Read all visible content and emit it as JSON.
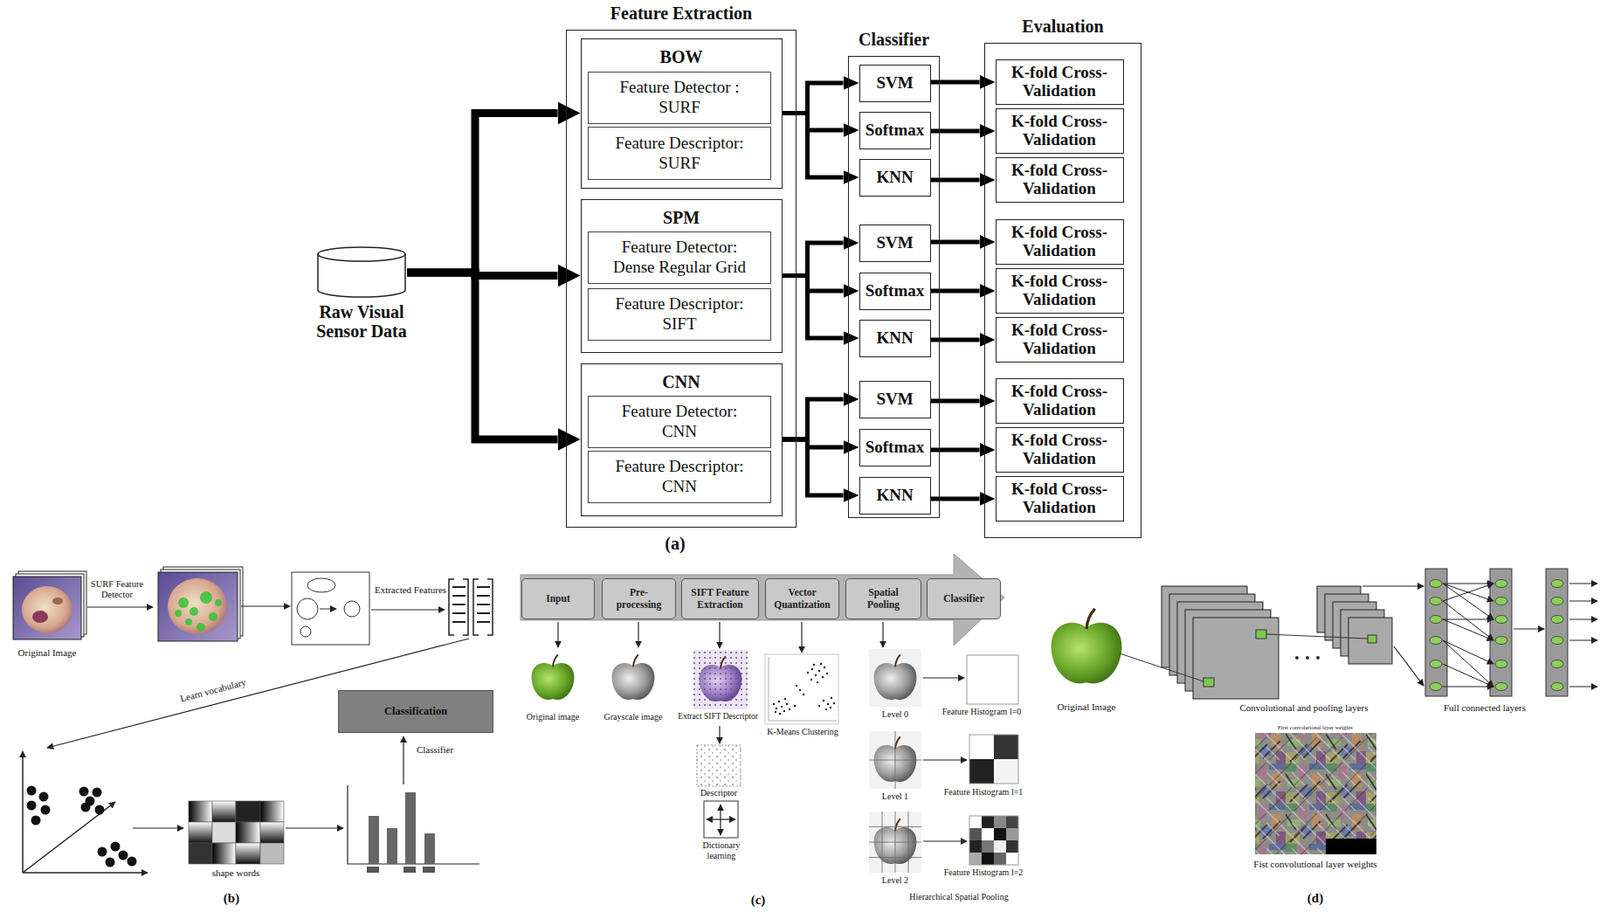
{
  "diagram": {
    "nodes": [
      {
        "text": [
          "Raw Visual Sensor Data"
        ]
      },
      {
        "text": [
          "Feature Extraction"
        ]
      },
      {
        "text": [
          "BOW"
        ],
        "in": 1
      },
      {
        "text": [
          "Feature Detector : SURF"
        ],
        "in": 2
      },
      {
        "text": [
          "Feature Descriptor: SURF"
        ],
        "in": 2
      },
      {
        "text": [
          "SPM"
        ],
        "in": 1
      },
      {
        "text": [
          "Feature Detector: Dense Regular Grid"
        ],
        "in": 5
      },
      {
        "text": [
          "Feature Descriptor: SIFT"
        ],
        "in": 5
      },
      {
        "text": [
          "CNN"
        ],
        "in": 1
      },
      {
        "text": [
          "Feature Detector: CNN"
        ],
        "in": 8
      },
      {
        "text": [
          "Feature Descriptor: CNN"
        ],
        "in": 8
      },
      {
        "text": [
          "Classifier"
        ]
      },
      {
        "text": [
          "SVM"
        ],
        "in": 11
      },
      {
        "text": [
          "Softmax"
        ],
        "in": 11
      },
      {
        "text": [
          "KNN"
        ],
        "in": 11
      },
      {
        "text": [
          "SVM"
        ],
        "in": 11
      },
      {
        "text": [
          "Softmax"
        ],
        "in": 11
      },
      {
        "text": [
          "KNN"
        ],
        "in": 11
      },
      {
        "text": [
          "SVM"
        ],
        "in": 11
      },
      {
        "text": [
          "Softmax"
        ],
        "in": 11
      },
      {
        "text": [
          "KNN"
        ],
        "in": 11
      },
      {
        "text": [
          "Evaluation"
        ]
      },
      {
        "text": [
          "K-fold Cross-Validation"
        ],
        "in": 21
      },
      {
        "text": [
          "K-fold Cross-Validation"
        ],
        "in": 21
      },
      {
        "text": [
          "K-fold Cross-Validation"
        ],
        "in": 21
      },
      {
        "text": [
          "K-fold Cross-Validation"
        ],
        "in": 21
      },
      {
        "text": [
          "K-fold Cross-Validation"
        ],
        "in": 21
      },
      {
        "text": [
          "K-fold Cross-Validation"
        ],
        "in": 21
      },
      {
        "text": [
          "K-fold Cross-Validation"
        ],
        "in": 21
      },
      {
        "text": [
          "K-fold Cross-Validation"
        ],
        "in": 21
      },
      {
        "text": [
          "K-fold Cross-Validation"
        ],
        "in": 21
      },
      {
        "text": [
          "Classification"
        ]
      },
      {
        "text": [
          "Input"
        ]
      },
      {
        "text": [
          "Pre-processing"
        ]
      },
      {
        "text": [
          "SIFT Feature Extraction"
        ]
      },
      {
        "text": [
          "Vector Quantization"
        ]
      },
      {
        "text": [
          "Spatial Pooling"
        ]
      },
      {
        "text": [
          "Classifier"
        ]
      }
    ],
    "edges": [
      {
        "from": 0,
        "to": 2,
        "arrow": "to"
      },
      {
        "from": 0,
        "to": 5,
        "arrow": "to"
      },
      {
        "from": 0,
        "to": 8,
        "arrow": "to"
      },
      {
        "from": 2,
        "to": 12,
        "arrow": "to"
      },
      {
        "from": 2,
        "to": 13,
        "arrow": "to"
      },
      {
        "from": 2,
        "to": 14,
        "arrow": "to"
      },
      {
        "from": 5,
        "to": 15,
        "arrow": "to"
      },
      {
        "from": 5,
        "to": 16,
        "arrow": "to"
      },
      {
        "from": 5,
        "to": 17,
        "arrow": "to"
      },
      {
        "from": 8,
        "to": 18,
        "arrow": "to"
      },
      {
        "from": 8,
        "to": 19,
        "arrow": "to"
      },
      {
        "from": 8,
        "to": 20,
        "arrow": "to"
      },
      {
        "from": 12,
        "to": 22,
        "arrow": "to"
      },
      {
        "from": 13,
        "to": 23,
        "arrow": "to"
      },
      {
        "from": 14,
        "to": 24,
        "arrow": "to"
      },
      {
        "from": 15,
        "to": 25,
        "arrow": "to"
      },
      {
        "from": 16,
        "to": 26,
        "arrow": "to"
      },
      {
        "from": 17,
        "to": 27,
        "arrow": "to"
      },
      {
        "from": 18,
        "to": 28,
        "arrow": "to"
      },
      {
        "from": 19,
        "to": 29,
        "arrow": "to"
      },
      {
        "from": 20,
        "to": 30,
        "arrow": "to"
      }
    ],
    "labels": [
      "(a)",
      "Original Image",
      "SURF Feature Detector",
      "Extracted Features",
      "Learn vocabulary",
      "Classifier",
      "shape words",
      "(b)",
      "Original image",
      "Grayscale image",
      "Extract SIFT Descriptor",
      "K-Means Clustering",
      "Descriptor",
      "Dictionary learning",
      "Level 0",
      "Feature Histogram l=0",
      "Level 1",
      "Feature Histogram l=1",
      "Level 2",
      "Feature Histogram l=2",
      "Hierarchical Spatial Pooling",
      "(c)",
      "Original Image",
      "Convolutional and pooling layers",
      "Full connected layers",
      "First convolutional layer weights",
      "Fist convolutional layer weights",
      "(d)"
    ]
  }
}
